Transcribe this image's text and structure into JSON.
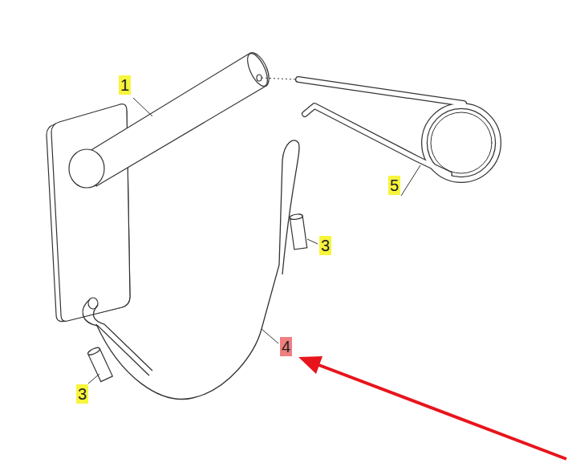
{
  "diagram": {
    "labels": [
      "1",
      "5",
      "3",
      "3",
      "4"
    ]
  }
}
